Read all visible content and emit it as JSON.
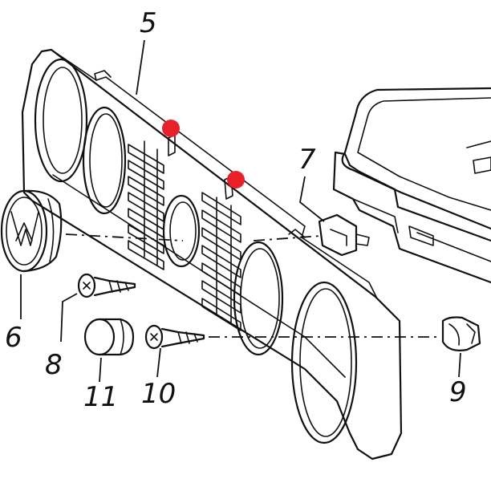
{
  "diagram": {
    "callouts": {
      "c5": "5",
      "c6": "6",
      "c7": "7",
      "c8": "8",
      "c9": "9",
      "c10": "10",
      "c11": "11"
    },
    "marker_color": "#e8202a",
    "line_color": "#111111"
  }
}
